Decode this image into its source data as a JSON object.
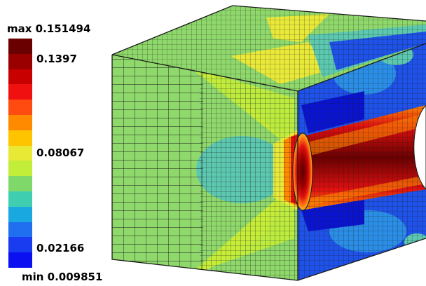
{
  "legend": {
    "max_label": "max 0.151494",
    "min_label": "min 0.009851",
    "ticks": [
      "0.1397",
      "0.08067",
      "0.02166"
    ],
    "colors": [
      "#6b0000",
      "#9a0000",
      "#c80000",
      "#f01010",
      "#ff4a10",
      "#ff8a00",
      "#ffc400",
      "#e7e935",
      "#c2ee3a",
      "#7fd96a",
      "#3fcfb0",
      "#1aa8e0",
      "#1f6ff0",
      "#1a3cf0",
      "#0a10f0"
    ]
  },
  "field_colors": {
    "background_green": "#8fd86b",
    "yellow": "#e9e93a",
    "cyan": "#5cc8b0",
    "light_blue": "#2b8ee6",
    "blue": "#1f52e8",
    "dark_blue": "#0a14d0",
    "red": "#e01010",
    "dark_red": "#700000",
    "orange": "#ff7a10"
  }
}
